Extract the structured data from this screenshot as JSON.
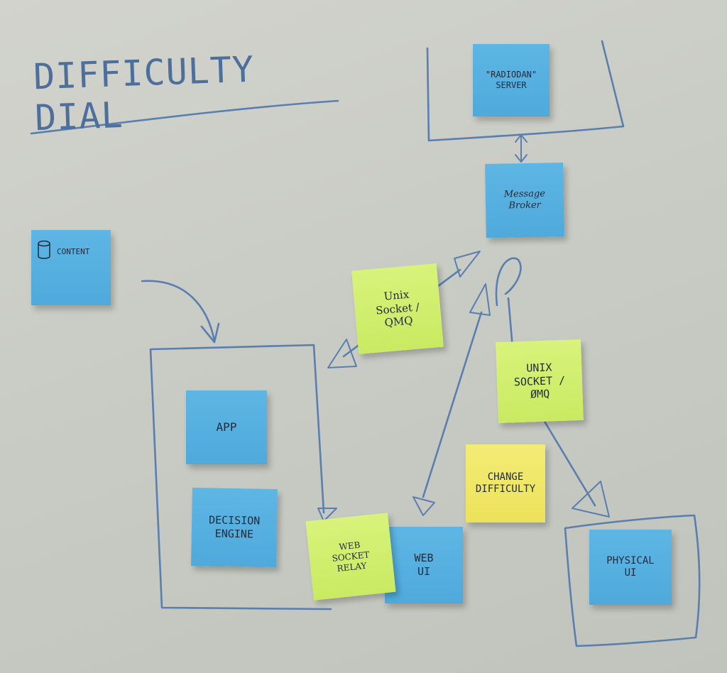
{
  "title": "DIFFICULTY DIAL",
  "notes": {
    "radiodan_server": "\"RADIODAN\"\nSERVER",
    "message_broker": "Message\nBroker",
    "content": "CONTENT",
    "unix_socket_qmq": "Unix\nSocket /\nQMQ",
    "unix_socket_omq": "UNIX\nSOCKET /\nØMQ",
    "app": "APP",
    "decision_engine": "DECISION\nENGINE",
    "change_difficulty": "CHANGE\nDIFFICULTY",
    "web_socket_relay": "WEB\nSOCKET\nRELAY",
    "web_ui": "WEB\nUI",
    "physical_ui": "PHYSICAL\nUI"
  },
  "colors": {
    "ink": "#5a7fae",
    "blue_note": "#4fa9db",
    "green_note": "#c9ea62",
    "yellow_note": "#ece25a",
    "board": "#c9cbc5"
  }
}
